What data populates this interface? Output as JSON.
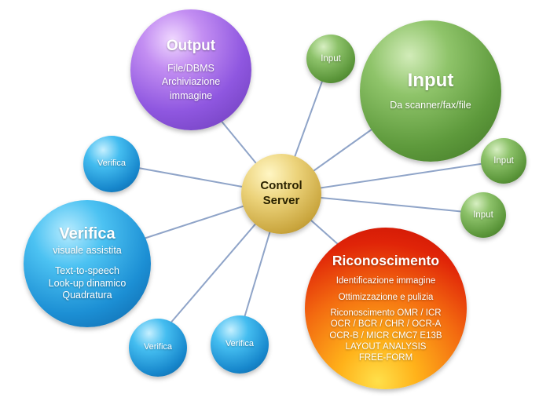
{
  "diagram": {
    "center": {
      "lines": [
        "Control",
        "Server"
      ]
    },
    "output": {
      "title": "Output",
      "lines": [
        "File/DBMS",
        "Archiviazione",
        "immagine"
      ]
    },
    "input_main": {
      "title": "Input",
      "lines": [
        "Da scanner/fax/file"
      ]
    },
    "input_small": [
      "Input",
      "Input",
      "Input"
    ],
    "verifica_main": {
      "title": "Verifica",
      "subtitle": "visuale assistita",
      "lines": [
        "Text-to-speech",
        "Look-up dinamico",
        "Quadratura"
      ]
    },
    "verifica_small": [
      "Verifica",
      "Verifica",
      "Verifica"
    ],
    "riconoscimento": {
      "title": "Riconoscimento",
      "lines": [
        "Identificazione immagine",
        "Ottimizzazione e pulizia",
        "Riconoscimento  OMR / ICR",
        "OCR / BCR / CHR / OCR-A",
        "OCR-B  / MICR CMC7  E13B",
        "LAYOUT ANALYSIS",
        "FREE-FORM"
      ]
    },
    "colors": {
      "output": "#8f57e0",
      "input": "#5e9a3c",
      "verifica": "#1c8fd4",
      "control": "#c9a53d",
      "riconoscimento": "#e02408",
      "connector": "#8fa4c8"
    }
  }
}
